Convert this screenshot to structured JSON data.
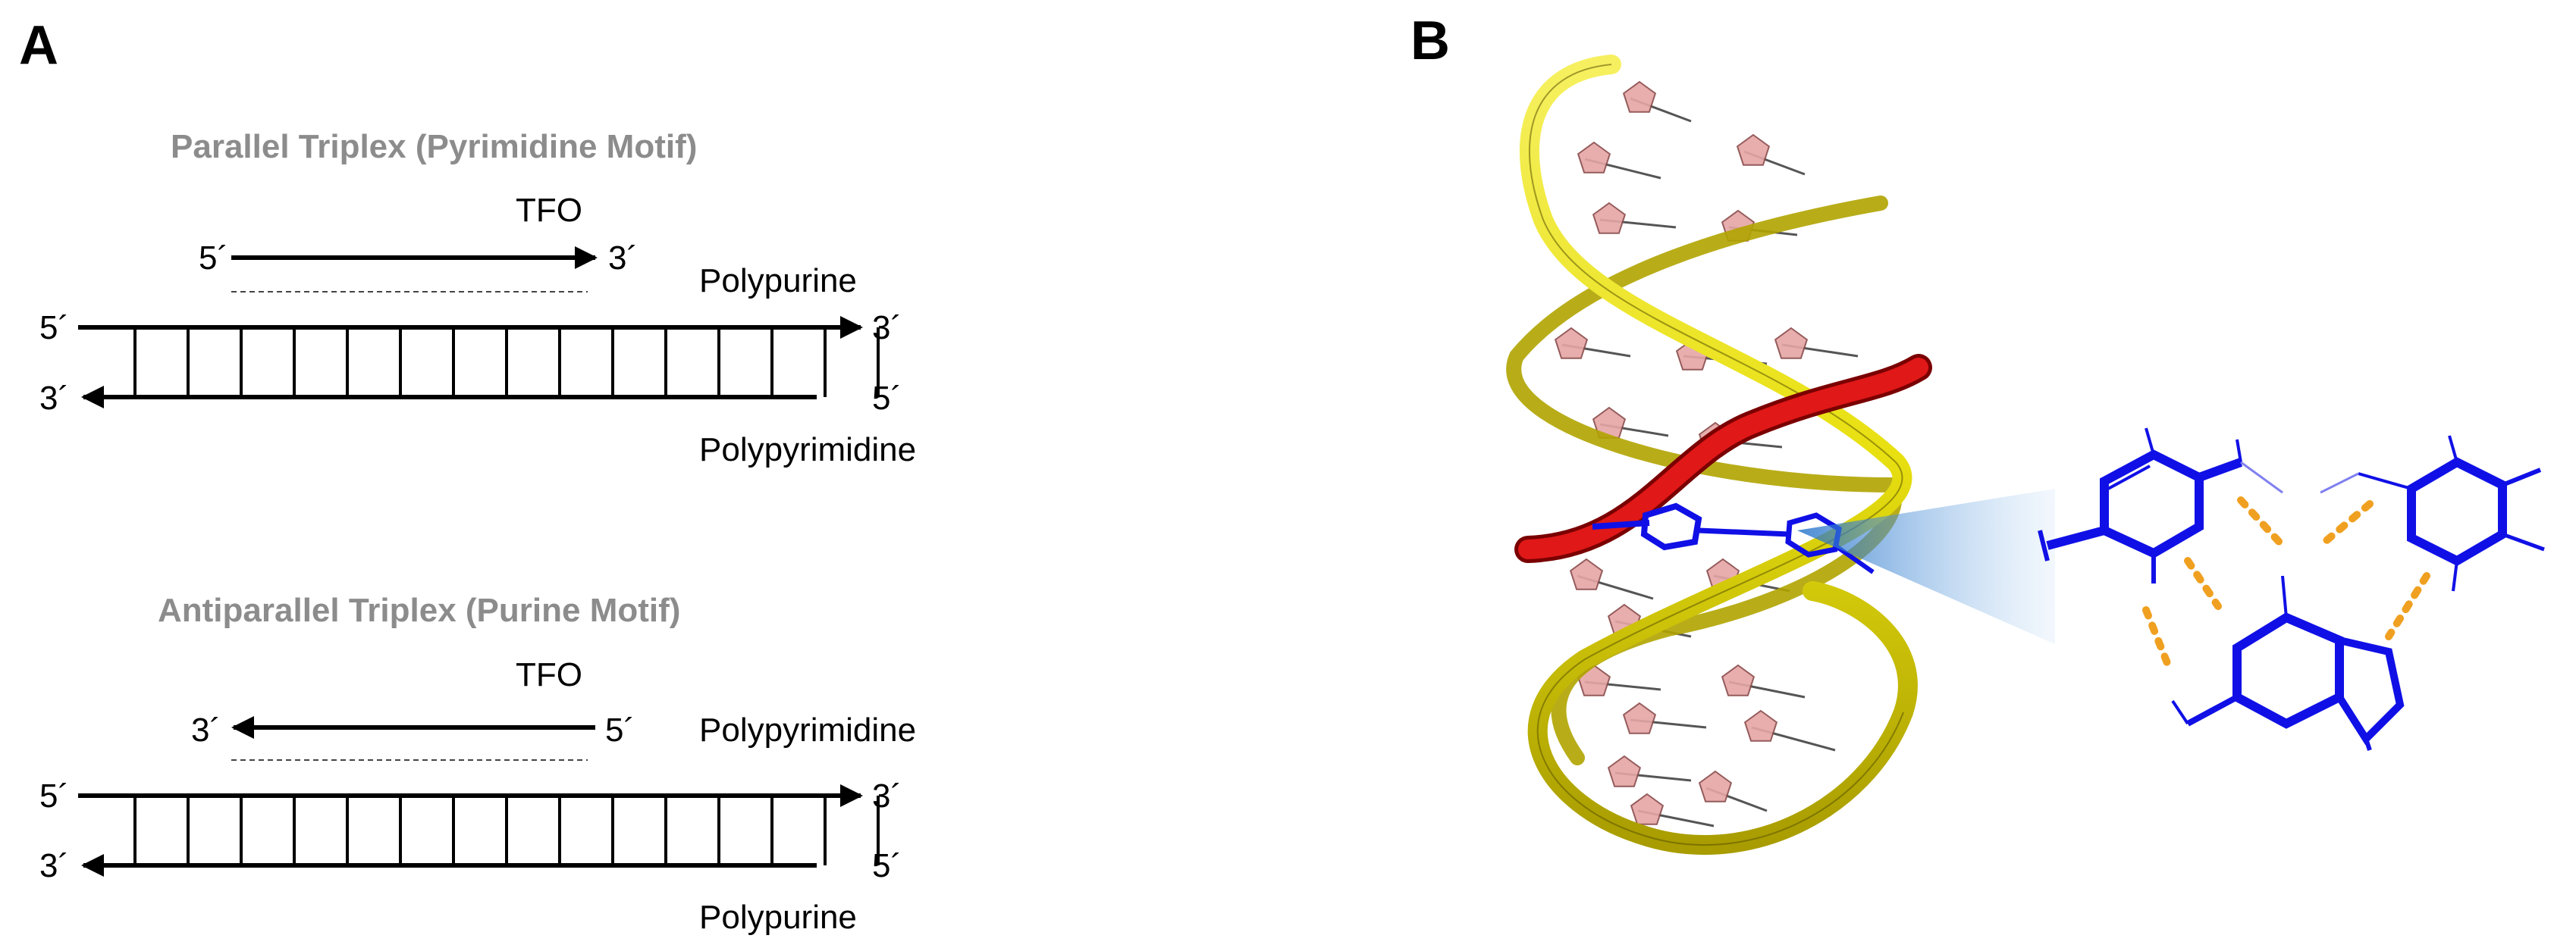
{
  "panels": {
    "a": {
      "letter": "A",
      "parallel": {
        "title": "Parallel Triplex (Pyrimidine Motif)",
        "tfo_label": "TFO",
        "tfo_start": "5´",
        "tfo_end": "3´",
        "top_strand_label": "Polypurine",
        "bottom_strand_label": "Polypyrimidine",
        "top_left": "5´",
        "top_right": "3´",
        "bottom_left": "3´",
        "bottom_right": "5´"
      },
      "antiparallel": {
        "title": "Antiparallel Triplex (Purine Motif)",
        "tfo_label": "TFO",
        "tfo_start": "3´",
        "tfo_end": "5´",
        "top_strand_label": "Polypyrimidine",
        "bottom_strand_label": "Polypurine",
        "top_left": "5´",
        "top_right": "3´",
        "bottom_left": "3´",
        "bottom_right": "5´"
      }
    },
    "b": {
      "letter": "B",
      "colors": {
        "backbone": "#e8e010",
        "tfo": "#d41010",
        "bases": "#e6a6a6",
        "triplet": "#1010e6",
        "hbond": "#f0a020",
        "zoom_beam": "#4a90d9"
      }
    }
  }
}
